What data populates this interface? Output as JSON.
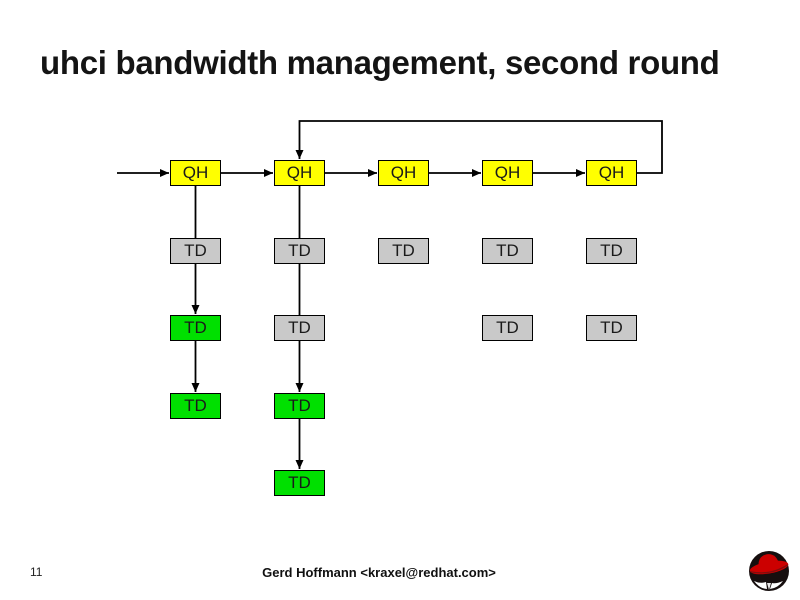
{
  "slide": {
    "title": "uhci bandwidth management, second round",
    "page_number": "11",
    "footer_author": "Gerd Hoffmann <kraxel@redhat.com>"
  },
  "colors": {
    "background": "#ffffff",
    "qh_box": "#ffff00",
    "td_done_box": "#c9c9c9",
    "td_pending_box": "#00e000",
    "box_border": "#000000",
    "line": "#000000",
    "logo_red": "#cc0000",
    "logo_dark": "#160e0e"
  },
  "diagram": {
    "description": "uhci schedule: row of 5 QH boxes linked left-to-right with wrap-around loop from last QH back to second QH; TD chains hang below QHs",
    "qh_label": "QH",
    "td_label": "TD",
    "nodes": [
      {
        "type": "qh",
        "col": 0,
        "row": 0,
        "label": "QH",
        "state": "qh"
      },
      {
        "type": "qh",
        "col": 1,
        "row": 0,
        "label": "QH",
        "state": "qh"
      },
      {
        "type": "qh",
        "col": 2,
        "row": 0,
        "label": "QH",
        "state": "qh"
      },
      {
        "type": "qh",
        "col": 3,
        "row": 0,
        "label": "QH",
        "state": "qh"
      },
      {
        "type": "qh",
        "col": 4,
        "row": 0,
        "label": "QH",
        "state": "qh"
      },
      {
        "type": "td",
        "col": 0,
        "row": 1,
        "label": "TD",
        "state": "done"
      },
      {
        "type": "td",
        "col": 0,
        "row": 2,
        "label": "TD",
        "state": "pending"
      },
      {
        "type": "td",
        "col": 0,
        "row": 3,
        "label": "TD",
        "state": "pending"
      },
      {
        "type": "td",
        "col": 1,
        "row": 1,
        "label": "TD",
        "state": "done"
      },
      {
        "type": "td",
        "col": 1,
        "row": 2,
        "label": "TD",
        "state": "done"
      },
      {
        "type": "td",
        "col": 1,
        "row": 3,
        "label": "TD",
        "state": "pending"
      },
      {
        "type": "td",
        "col": 1,
        "row": 4,
        "label": "TD",
        "state": "pending"
      },
      {
        "type": "td",
        "col": 2,
        "row": 1,
        "label": "TD",
        "state": "done"
      },
      {
        "type": "td",
        "col": 3,
        "row": 1,
        "label": "TD",
        "state": "done"
      },
      {
        "type": "td",
        "col": 3,
        "row": 2,
        "label": "TD",
        "state": "done"
      },
      {
        "type": "td",
        "col": 4,
        "row": 1,
        "label": "TD",
        "state": "done"
      },
      {
        "type": "td",
        "col": 4,
        "row": 2,
        "label": "TD",
        "state": "done"
      }
    ],
    "links": [
      {
        "kind": "entry",
        "to": [
          0,
          0
        ],
        "arrow": true
      },
      {
        "kind": "h",
        "from": [
          0,
          0
        ],
        "to": [
          1,
          0
        ],
        "arrow": true
      },
      {
        "kind": "h",
        "from": [
          1,
          0
        ],
        "to": [
          2,
          0
        ],
        "arrow": true
      },
      {
        "kind": "h",
        "from": [
          2,
          0
        ],
        "to": [
          3,
          0
        ],
        "arrow": true
      },
      {
        "kind": "h",
        "from": [
          3,
          0
        ],
        "to": [
          4,
          0
        ],
        "arrow": true
      },
      {
        "kind": "loop",
        "from": [
          4,
          0
        ],
        "to": [
          1,
          0
        ],
        "arrow": true
      },
      {
        "kind": "v",
        "from": [
          0,
          0
        ],
        "to": [
          0,
          1
        ],
        "arrow": false
      },
      {
        "kind": "v",
        "from": [
          0,
          1
        ],
        "to": [
          0,
          2
        ],
        "arrow": true
      },
      {
        "kind": "v",
        "from": [
          0,
          2
        ],
        "to": [
          0,
          3
        ],
        "arrow": true
      },
      {
        "kind": "v",
        "from": [
          1,
          0
        ],
        "to": [
          1,
          1
        ],
        "arrow": false
      },
      {
        "kind": "v",
        "from": [
          1,
          1
        ],
        "to": [
          1,
          2
        ],
        "arrow": false
      },
      {
        "kind": "v",
        "from": [
          1,
          2
        ],
        "to": [
          1,
          3
        ],
        "arrow": true
      },
      {
        "kind": "v",
        "from": [
          1,
          3
        ],
        "to": [
          1,
          4
        ],
        "arrow": true
      }
    ]
  },
  "logo": {
    "name": "redhat-shadowman"
  }
}
